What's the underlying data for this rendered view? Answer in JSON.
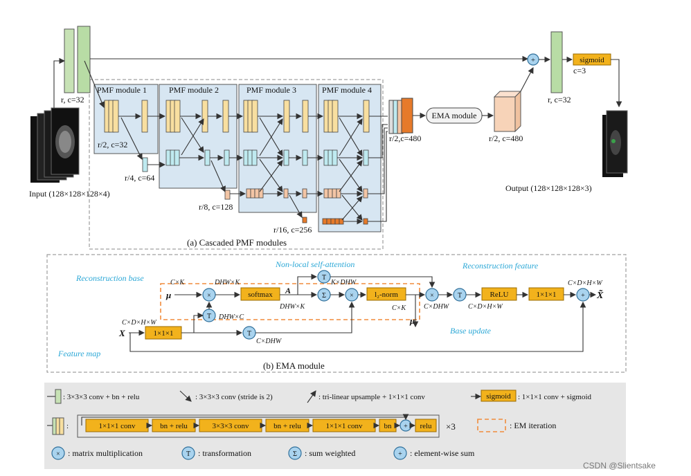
{
  "top": {
    "pmf_modules": [
      "PMF module 1",
      "PMF module 2",
      "PMF module 3",
      "PMF module 4"
    ],
    "labels": {
      "r_c32_left": "r, c=32",
      "r2_c32": "r/2, c=32",
      "r4_c64": "r/4, c=64",
      "r8_c128": "r/8, c=128",
      "r16_c256": "r/16, c=256",
      "r2_c480_a": "r/2,c=480",
      "r2_c480_b": "r/2, c=480",
      "r_c32_right": "r, c=32",
      "c3": "c=3",
      "sigmoid": "sigmoid",
      "ema_module": "EMA module",
      "input": "Input (128×128×128×4)",
      "output": "Output (128×128×128×3)",
      "caption": "(a) Cascaded PMF modules"
    }
  },
  "ema": {
    "reconstruction_base": "Reconstruction base",
    "non_local": "Non-local self-attention",
    "reconstruction_feature": "Reconstruction feature",
    "feature_map": "Feature map",
    "base_update": "Base update",
    "mu": "μ",
    "mu_bottom": "μ",
    "x": "X",
    "x_out": "X̃",
    "a": "A",
    "softmax": "softmax",
    "l2norm": "l₂-norm",
    "relu": "ReLU",
    "conv1_out": "1×1×1",
    "conv1_in": "1×1×1",
    "dims": {
      "cxk_top": "C×K",
      "dhwxk_top": "DHW×K",
      "kxdhw": "K×DHW",
      "dhwxk_mid": "DHW×K",
      "cxk_mid": "C×K",
      "cxdhw_mid": "C×DHW",
      "cxdxhxw_mid": "C×D×H×W",
      "cxdxhxw_out": "C×D×H×W",
      "dhwxc": "DHW×C",
      "cxdxhxw_in": "C×D×H×W",
      "cxdhw_low": "C×DHW"
    },
    "caption": "(b) EMA module"
  },
  "legend": {
    "conv_block": ": 3×3×3 conv + bn + relu",
    "stride_conv": ": 3×3×3 conv (stride is 2)",
    "upsample": ": tri-linear upsample + 1×1×1 conv",
    "sigmoid_box": "sigmoid",
    "sigmoid_desc": ": 1×1×1 conv + sigmoid",
    "seq": [
      "1×1×1 conv",
      "bn + relu",
      "3×3×3 conv",
      "bn + relu",
      "1×1×1 conv",
      "bn"
    ],
    "relu_box": "relu",
    "times3": "×3",
    "em_iteration": ": EM iteration",
    "matmul": ": matrix multiplication",
    "transform": ": transformation",
    "sum_weighted": ": sum weighted",
    "elem_sum": ": element-wise sum",
    "sym_x": "×",
    "sym_t": "T",
    "sym_sigma": "Σ",
    "sym_plus": "+"
  },
  "watermark": "CSDN @Slientsake"
}
